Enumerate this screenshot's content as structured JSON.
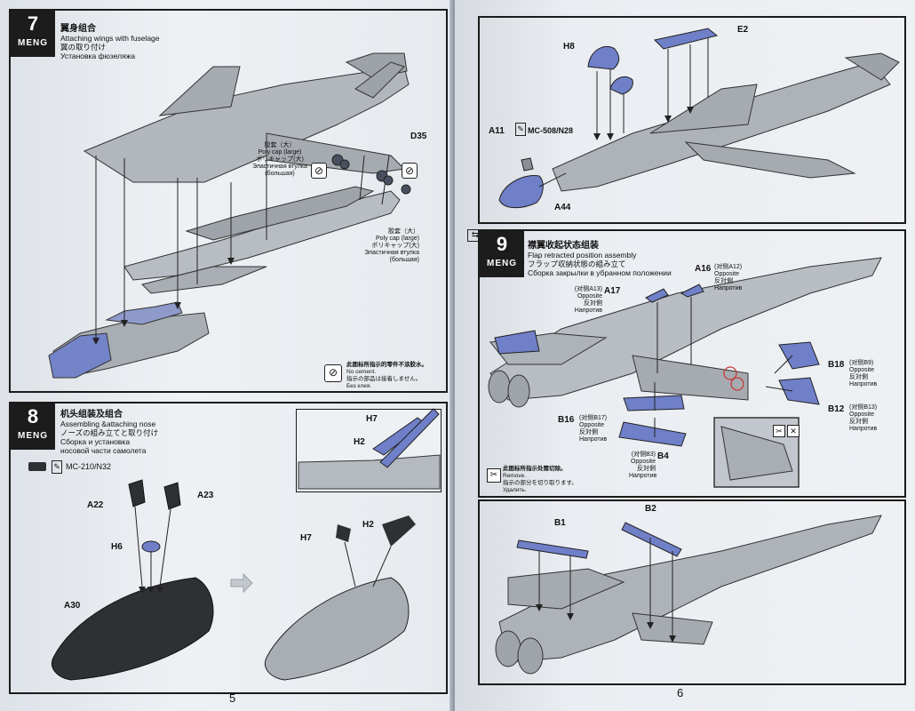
{
  "pages": {
    "left_number": "5",
    "right_number": "6"
  },
  "step7": {
    "number": "7",
    "brand": "MENG",
    "title_zh": "翼身组合",
    "title_en": "Attaching wings with fuselage",
    "title_jp": "翼の取り付け",
    "title_ru": "Установка фюзеляжа",
    "part_d35": "D35",
    "polycap_top": [
      "胶套（大）",
      "Poly cap (large)",
      "ポリキャップ(大)",
      "Эластичная втулка",
      "(большая)"
    ],
    "polycap_bottom": [
      "胶套（大）",
      "Poly cap (large)",
      "ポリキャップ(大)",
      "Эластичная втулка",
      "(большая)"
    ],
    "no_cement": [
      "此图标所指示的零件不涂胶水。",
      "No cement.",
      "指示の部品は接着しません。",
      "Без клея."
    ]
  },
  "step8": {
    "number": "8",
    "brand": "MENG",
    "title_zh": "机头组装及组合",
    "title_en": "Assembling &attaching nose",
    "title_jp": "ノーズの組み立てと取り付け",
    "title_ru1": "Сборка и установка",
    "title_ru2": "носовой части самолета",
    "paint": "MC-210/N32",
    "parts": {
      "a22": "A22",
      "a23": "A23",
      "h6": "H6",
      "a30": "A30",
      "h7_inset": "H7",
      "h2_inset": "H2",
      "h7": "H7",
      "h2": "H2"
    }
  },
  "step_top_right": {
    "paint": "MC-508/N28",
    "parts": {
      "h8": "H8",
      "e2": "E2",
      "a11": "A11",
      "a44": "A44"
    }
  },
  "step9": {
    "number": "9",
    "brand": "MENG",
    "title_zh": "襟翼收起状态组装",
    "title_en": "Flap retracted position assembly",
    "title_jp": "フラップ収納状態の組み立て",
    "title_ru": "Сборка закрылки в убранном положении",
    "parts": {
      "a17": "A17",
      "a16": "A16",
      "b18": "B18",
      "b12": "B12",
      "b16": "B16",
      "b4": "B4"
    },
    "opposite": {
      "a17": [
        "(对侧A13)",
        "Opposite",
        "反対側",
        "Напротив"
      ],
      "a16": [
        "(对侧A12)",
        "Opposite",
        "反対側",
        "Напротив"
      ],
      "b18": [
        "(对侧B9)",
        "Opposite",
        "反対側",
        "Напротив"
      ],
      "b12": [
        "(对侧B13)",
        "Opposite",
        "反対側",
        "Напротив"
      ],
      "b16": [
        "(对侧B17)",
        "Opposite",
        "反対側",
        "Напротив"
      ],
      "b4": [
        "(对侧B3)",
        "Opposite",
        "反対側",
        "Напротив"
      ]
    },
    "remove": [
      "此图标所指示处需切除。",
      "Remove.",
      "指示の部分を切り取ります。",
      "Удалить."
    ]
  },
  "step_bottom_right": {
    "parts": {
      "b1": "B1",
      "b2": "B2"
    }
  },
  "colors": {
    "blue_part": "#6f7fc8",
    "gray_part": "#a9aeb4",
    "dark_part": "#2e3033"
  }
}
